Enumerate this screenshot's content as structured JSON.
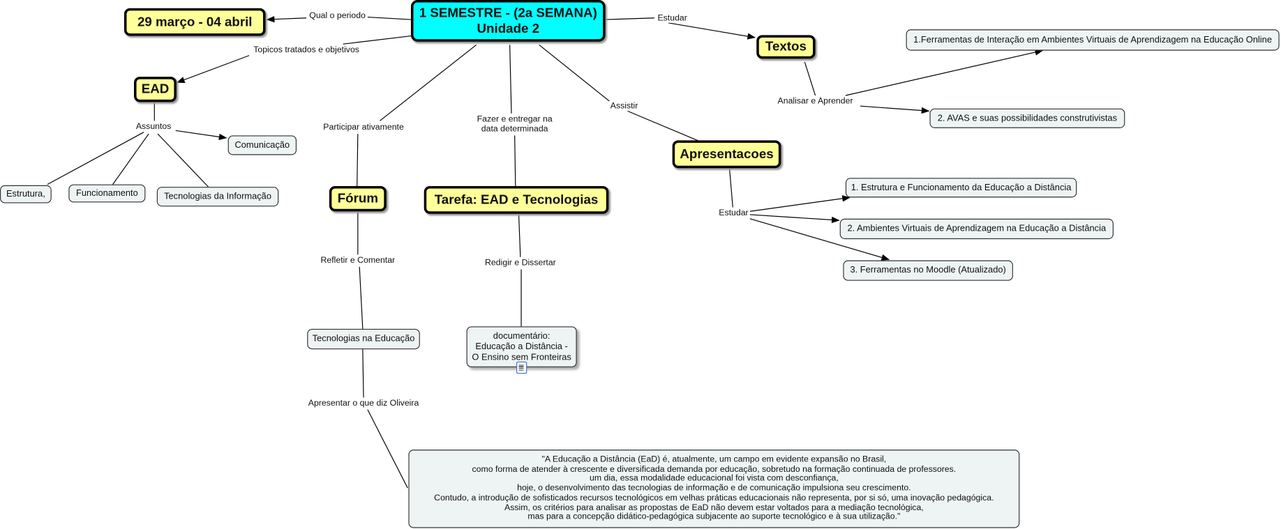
{
  "colors": {
    "root": "#00ffff",
    "major": "#ffff99",
    "minor": "#eef3f4"
  },
  "root": {
    "line1": "1 SEMESTRE - (2a SEMANA)",
    "line2": "Unidade 2"
  },
  "nodes": {
    "periodo": "29 março - 04 abril",
    "ead": "EAD",
    "forum": "Fórum",
    "tarefa": "Tarefa: EAD e Tecnologias",
    "textos": "Textos",
    "apresentacoes": "Apresentacoes",
    "comunicacao": "Comunicação",
    "estrutura": "Estrutura,",
    "funcionamento": "Funcionamento",
    "tec_info": "Tecnologias da Informação",
    "tec_educacao": "Tecnologias na Educação",
    "documentario": [
      "documentário:",
      "Educação a Distância -",
      "O Ensino sem Fronteiras"
    ],
    "texto1": "1.Ferramentas de Interação em Ambientes Virtuais de Aprendizagem na Educação Online",
    "texto2": "2. AVAS e suas possibilidades construtivistas",
    "apres1": "1. Estrutura e Funcionamento da Educação a Distância",
    "apres2": "2. Ambientes Virtuais de Aprendizagem na Educação a Distância",
    "apres3": "3. Ferramentas no Moodle (Atualizado)",
    "quote": [
      "\"A Educação a Distância (EaD) é, atualmente, um campo em evidente expansão no Brasil,",
      "como forma de atender à crescente e diversificada demanda por educação, sobretudo na formação continuada de professores.",
      "um dia, essa modalidade educacional foi vista com desconfiança,",
      "hoje, o desenvolvimento das tecnologias de informação e de comunicação impulsiona seu crescimento.",
      "Contudo, a introdução de sofisticados recursos tecnológicos em velhas práticas educacionais não representa, por si só, uma inovação pedagógica.",
      "Assim, os critérios para analisar as propostas de EaD não devem estar voltados para a mediação tecnológica,",
      "mas para a concepção didático-pedagógica subjacente ao suporte tecnológico e à sua utilização.\""
    ]
  },
  "links": {
    "qual_periodo": "Qual o periodo",
    "topicos": "Topicos tratados e objetivos",
    "assuntos": "Assuntos",
    "participar": "Participar ativamente",
    "fazer": [
      "Fazer e entregar na",
      "data determinada"
    ],
    "assistir": "Assistir",
    "estudar_textos": "Estudar",
    "analisar": "Analisar e Aprender",
    "estudar_apres": "Estudar",
    "refletir": "Refletir e Comentar",
    "apresentar": "Apresentar o que diz Oliveira",
    "redigir": "Redigir e Dissertar"
  },
  "icons": {
    "documentario_resource": "document-icon"
  }
}
